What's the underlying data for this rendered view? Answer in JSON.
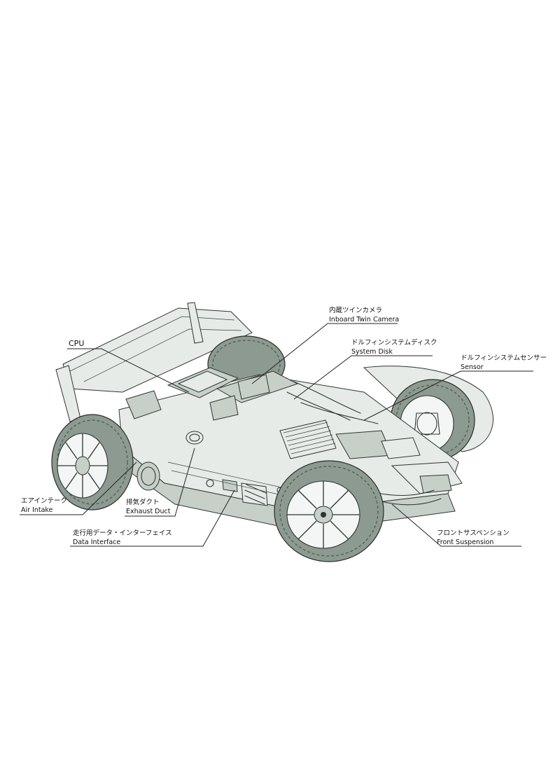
{
  "callouts": {
    "inboard_camera": {
      "ja": "内蔵ツインカメラ",
      "en": "Inboard Twin Camera"
    },
    "system_disk": {
      "ja": "ドルフィンシステムディスク",
      "en": "System Disk"
    },
    "sensor": {
      "ja": "ドルフィンシステムセンサー",
      "en": "Sensor"
    },
    "cpu": {
      "en": "CPU"
    },
    "air_intake": {
      "ja": "エアインテーク",
      "en": "Air Intake"
    },
    "exhaust_duct": {
      "ja": "排気ダクト",
      "en": "Exhaust Duct"
    },
    "data_interface": {
      "ja": "走行用データ・インターフェイス",
      "en": "Data Interface"
    },
    "front_suspension": {
      "ja": "フロントサスペンション",
      "en": "Front Suspension"
    }
  },
  "colors": {
    "ink": "#2e3530",
    "tire": "#8d9a91",
    "body_tint": "#c7cfc9",
    "paper": "#ffffff"
  }
}
